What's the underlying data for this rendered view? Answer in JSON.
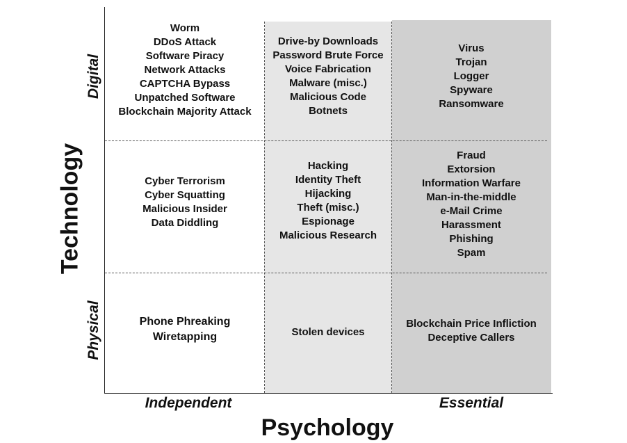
{
  "axes": {
    "y_title": "Technology",
    "x_title": "Psychology",
    "rows": [
      "Digital",
      "Physical"
    ],
    "columns": [
      "Independent",
      "Essential"
    ]
  },
  "cells": {
    "digital_independent": [
      "Worm",
      "DDoS Attack",
      "Software Piracy",
      "Network Attacks",
      "CAPTCHA Bypass",
      "Unpatched Software",
      "Blockchain Majority Attack"
    ],
    "digital_middle": [
      "Drive-by Downloads",
      "Password Brute Force",
      "Voice Fabrication",
      "Malware (misc.)",
      "Malicious Code",
      "Botnets"
    ],
    "digital_essential": [
      "Virus",
      "Trojan",
      "Logger",
      "Spyware",
      "Ransomware"
    ],
    "middle_independent": [
      "Cyber Terrorism",
      "Cyber Squatting",
      "Malicious Insider",
      "Data Diddling"
    ],
    "middle_middle": [
      "Hacking",
      "Identity Theft",
      "Hijacking",
      "Theft (misc.)",
      "Espionage",
      "Malicious Research"
    ],
    "middle_essential": [
      "Fraud",
      "Extorsion",
      "Information Warfare",
      "Man-in-the-middle",
      "e-Mail Crime",
      "Harassment",
      "Phishing",
      "Spam"
    ],
    "physical_independent": [
      "Phone Phreaking",
      "Wiretapping"
    ],
    "physical_middle": [
      "Stolen devices"
    ],
    "physical_essential": [
      "Blockchain Price Infliction",
      "Deceptive Callers"
    ]
  },
  "colors": {
    "middle_column_fill": "#e6e6e6",
    "essential_column_fill": "#d0d0d0"
  }
}
